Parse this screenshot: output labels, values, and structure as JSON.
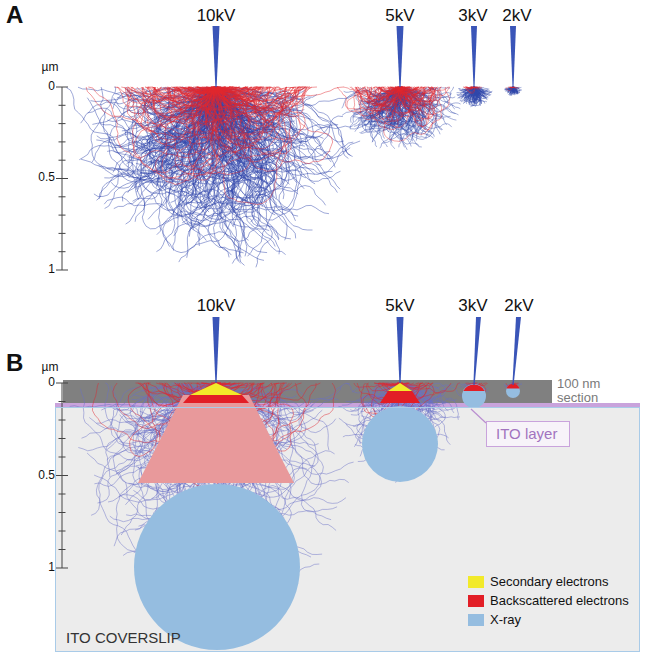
{
  "diagram": {
    "nodes": [
      {
        "text": [
          "ITO COVERSLIP"
        ]
      },
      {
        "text": [
          "ITO layer"
        ],
        "in": 0
      }
    ],
    "labels": [
      "A",
      "µm",
      "0",
      "0.5",
      "1",
      "10kV",
      "5kV",
      "3kV",
      "2kV",
      "B",
      "µm",
      "0",
      "0.5",
      "1",
      "10kV",
      "5kV",
      "3kV",
      "2kV",
      "100 nm section"
    ],
    "legend": [
      {
        "text": "Secondary electrons",
        "color": "#f2ea2a"
      },
      {
        "text": "Backscattered electrons",
        "color": "#e21e26"
      },
      {
        "text": "X-ray",
        "color": "#95bde0"
      }
    ]
  }
}
